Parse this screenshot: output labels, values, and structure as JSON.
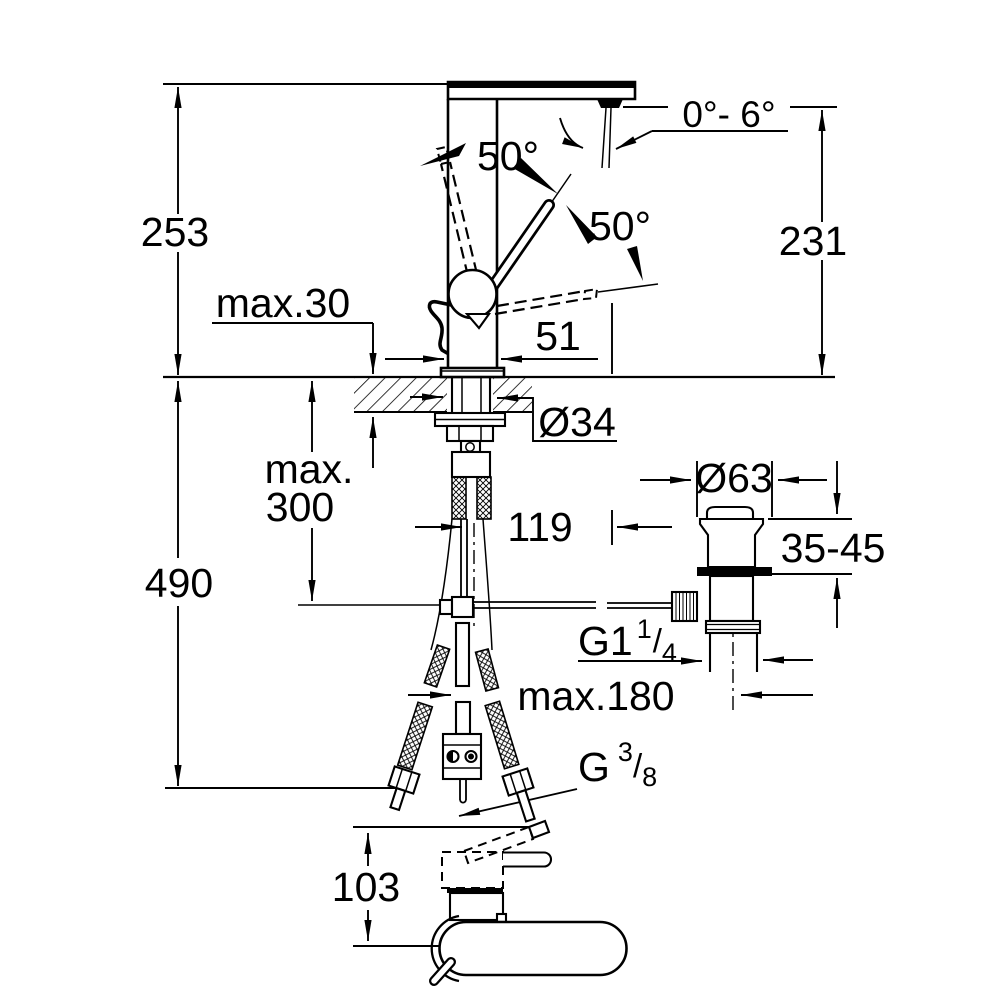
{
  "meta": {
    "background": "#ffffff",
    "ink": "#000000",
    "drawing_type": "technical dimension drawing",
    "subject": "single-lever basin mixer with pop-up waste: side elevation, under-deck installation and plan view"
  },
  "labels": {
    "overall_height": "253",
    "spout_outlet_height": "231",
    "aerator_angle_range": "0°- 6°",
    "handle_angle_front": "50°",
    "handle_angle_back": "50°",
    "max_deck_thickness": "max.30",
    "body_width": "51",
    "mounting_hole_diameter": "Ø34",
    "max_rod_length_line1": "max.",
    "max_rod_length_line2": "300",
    "height_below_deck": "490",
    "spout_reach": "119",
    "waste_flange_diameter": "Ø63",
    "waste_deck_range": "35-45",
    "waste_thread": {
      "prefix": "G1",
      "numerator": "1",
      "slash": "/",
      "denominator": "4"
    },
    "max_linkage_length": "max.180",
    "supply_thread": {
      "prefix": "G",
      "numerator": "3",
      "slash": "/",
      "denominator": "8"
    },
    "base_depth": "103"
  }
}
